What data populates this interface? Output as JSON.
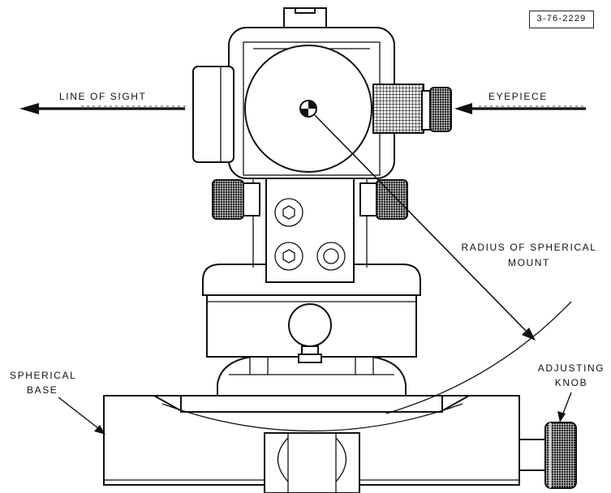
{
  "figure_id": "3-76-2229",
  "labels": {
    "line_of_sight": "LINE OF SIGHT",
    "eyepiece": "EYEPIECE",
    "radius_line1": "RADIUS OF SPHERICAL",
    "radius_line2": "MOUNT",
    "spherical_line1": "SPHERICAL",
    "spherical_line2": "BASE",
    "adjusting_line1": "ADJUSTING",
    "adjusting_line2": "KNOB"
  }
}
